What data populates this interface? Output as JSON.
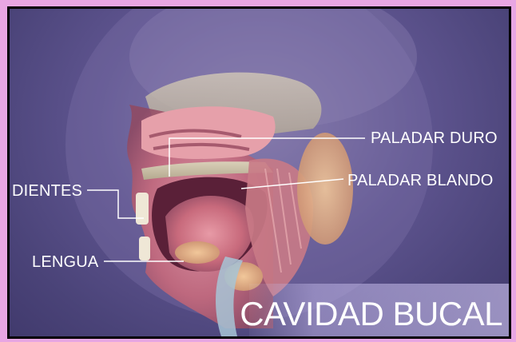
{
  "labels": {
    "hard_palate": "PALADAR DURO",
    "soft_palate": "PALADAR BLANDO",
    "teeth": "DIENTES",
    "tongue": "LENGUA"
  },
  "title": "CAVIDAD BUCAL",
  "colors": {
    "border": "#e8a6e3",
    "background": "#5f5590",
    "text": "#ffffff",
    "tissue": "#c86a7c"
  }
}
